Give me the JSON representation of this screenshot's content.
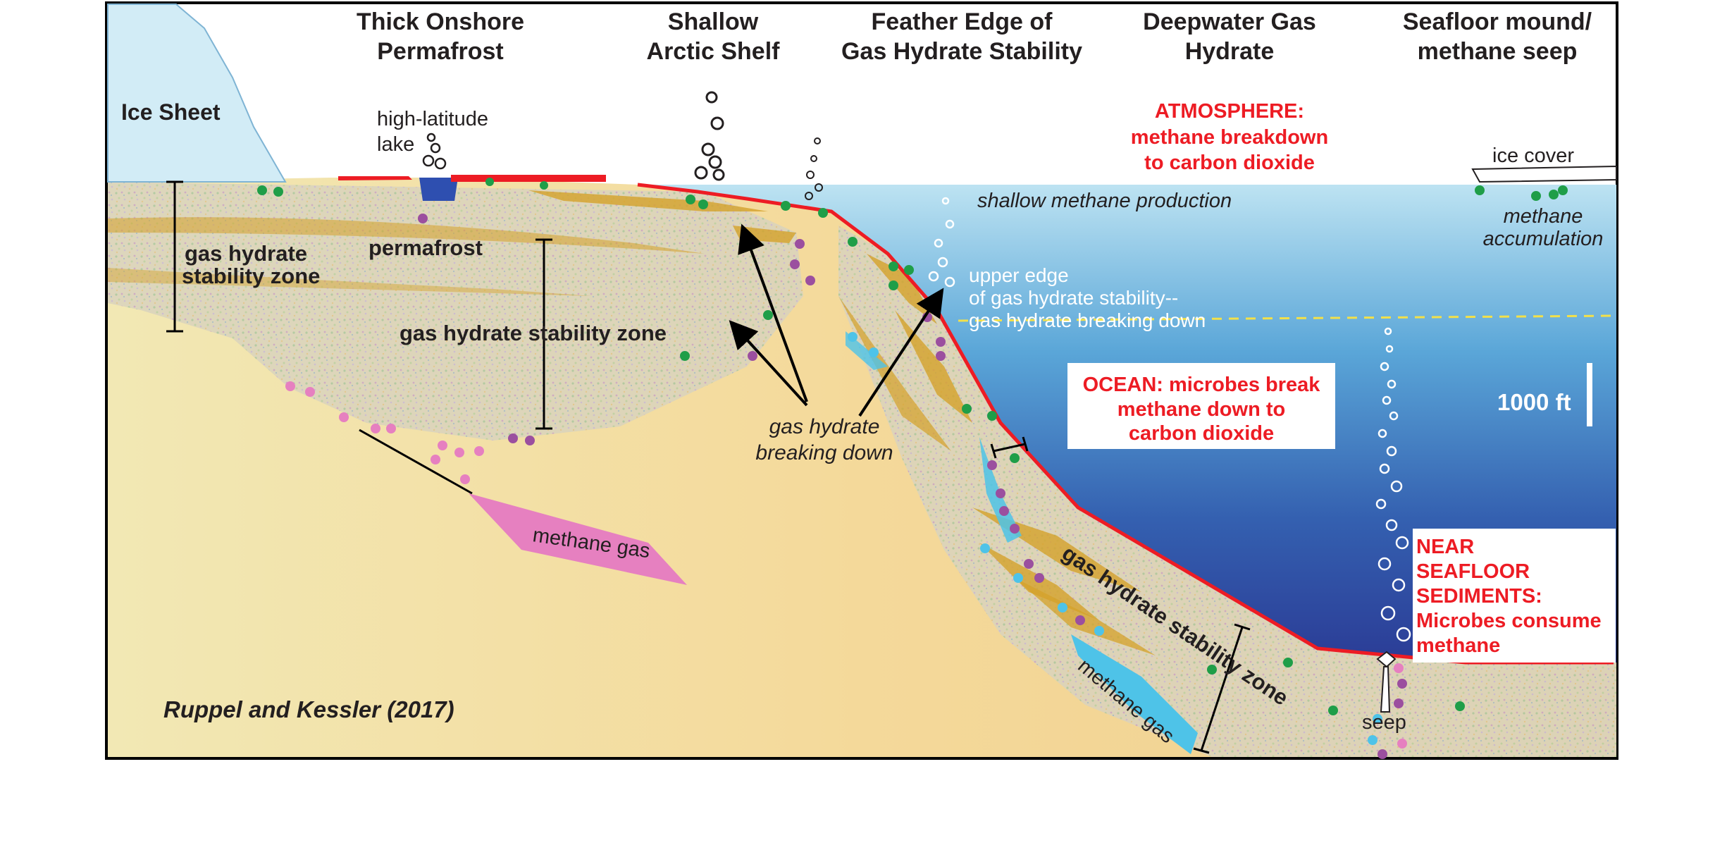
{
  "headers": {
    "h1": [
      "Thick Onshore",
      "Permafrost"
    ],
    "h2": [
      "Shallow",
      "Arctic Shelf"
    ],
    "h3": [
      "Feather Edge of",
      "Gas Hydrate Stability"
    ],
    "h4": [
      "Deepwater Gas",
      "Hydrate"
    ],
    "h5": [
      "Seafloor mound/",
      "methane seep"
    ]
  },
  "labels": {
    "ice_sheet": "Ice Sheet",
    "lake": [
      "high-latitude",
      "lake"
    ],
    "ghsz_left": [
      "gas hydrate",
      "stability zone"
    ],
    "permafrost": "permafrost",
    "ghsz_mid": "gas hydrate stability zone",
    "methane_gas_left": "methane gas",
    "breaking_down": [
      "gas hydrate",
      "breaking down"
    ],
    "shallow_production": "shallow methane production",
    "upper_edge": [
      "upper edge",
      "of gas hydrate stability--",
      "gas hydrate breaking down"
    ],
    "ice_cover": "ice cover",
    "methane_accumulation": [
      "methane",
      "accumulation"
    ],
    "scale": "1000 ft",
    "ghsz_slope": "gas hydrate stability zone",
    "methane_gas_slope": "methane gas",
    "seep": "seep",
    "citation": "Ruppel and Kessler (2017)"
  },
  "callouts": {
    "atmosphere": [
      "ATMOSPHERE:",
      "methane breakdown",
      "to carbon dioxide"
    ],
    "ocean": [
      "OCEAN: microbes break",
      "methane down to",
      "carbon dioxide"
    ],
    "sediments": [
      "NEAR",
      "SEAFLOOR",
      "SEDIMENTS:",
      "Microbes consume",
      "methane"
    ]
  },
  "colors": {
    "ocean_top": "#b9e2f1",
    "ocean_bottom": "#2b3f95",
    "sediment": "#f4dc9c",
    "hydrate_layer": "#d4a12a",
    "seafloor_line": "#ed1c24",
    "dot_green": "#1f9e48",
    "dot_purple": "#9b4f9f",
    "dot_pink": "#e680c0",
    "dot_cyan": "#4ec3e8",
    "ice": "#d2ecf6"
  }
}
